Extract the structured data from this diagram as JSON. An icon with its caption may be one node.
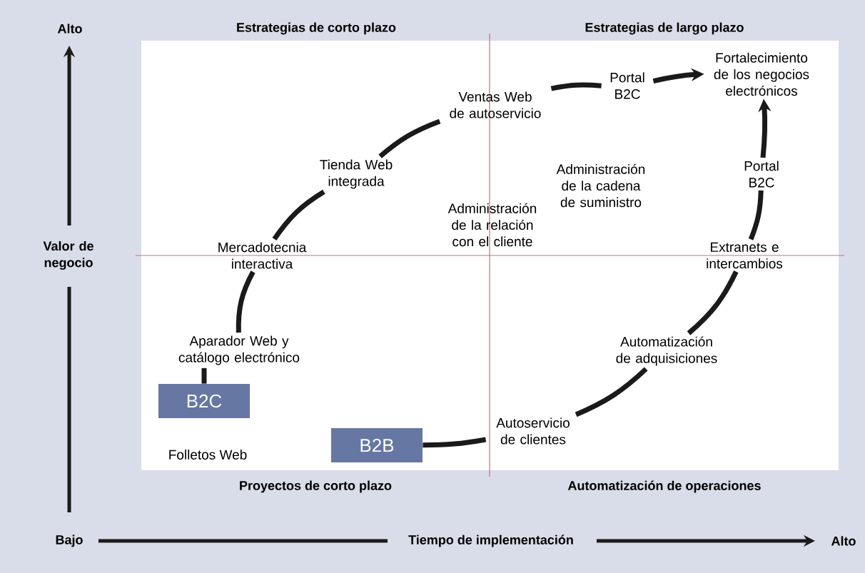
{
  "diagram": {
    "nodes": [
      {
        "text": [
          "B2C"
        ]
      },
      {
        "text": [
          "Aparador Web y catálogo electrónico"
        ]
      },
      {
        "text": [
          "Mercadotecnia interactiva"
        ]
      },
      {
        "text": [
          "Tienda Web integrada"
        ]
      },
      {
        "text": [
          "Ventas Web de autoservicio"
        ]
      },
      {
        "text": [
          "Portal B2C"
        ]
      },
      {
        "text": [
          "Fortalecimiento de los negocios electrónicos"
        ]
      },
      {
        "text": [
          "B2B"
        ]
      },
      {
        "text": [
          "Autoservicio de clientes"
        ]
      },
      {
        "text": [
          "Automatización de adquisiciones"
        ]
      },
      {
        "text": [
          "Extranets e intercambios"
        ]
      },
      {
        "text": [
          "Portal B2C"
        ]
      }
    ],
    "edges": [
      {
        "from": 0,
        "to": 1,
        "arrow": "none"
      },
      {
        "from": 1,
        "to": 2,
        "arrow": "none"
      },
      {
        "from": 2,
        "to": 3,
        "arrow": "none"
      },
      {
        "from": 3,
        "to": 4,
        "arrow": "none"
      },
      {
        "from": 4,
        "to": 5,
        "arrow": "none"
      },
      {
        "from": 5,
        "to": 6,
        "arrow": "to"
      },
      {
        "from": 7,
        "to": 8,
        "arrow": "none"
      },
      {
        "from": 8,
        "to": 9,
        "arrow": "none"
      },
      {
        "from": 9,
        "to": 10,
        "arrow": "none"
      },
      {
        "from": 10,
        "to": 11,
        "arrow": "none"
      },
      {
        "from": 11,
        "to": 6,
        "arrow": "to"
      }
    ],
    "labels": [
      "Alto",
      "Estrategias de corto plazo",
      "Estrategias de largo plazo",
      "Administración de la cadena de suministro",
      "Administración de la relación con el cliente",
      "Valor de negocio",
      "Folletos Web",
      "Proyectos de corto plazo",
      "Automatización de operaciones",
      "Bajo",
      "Tiempo de implementación",
      "Alto"
    ]
  }
}
